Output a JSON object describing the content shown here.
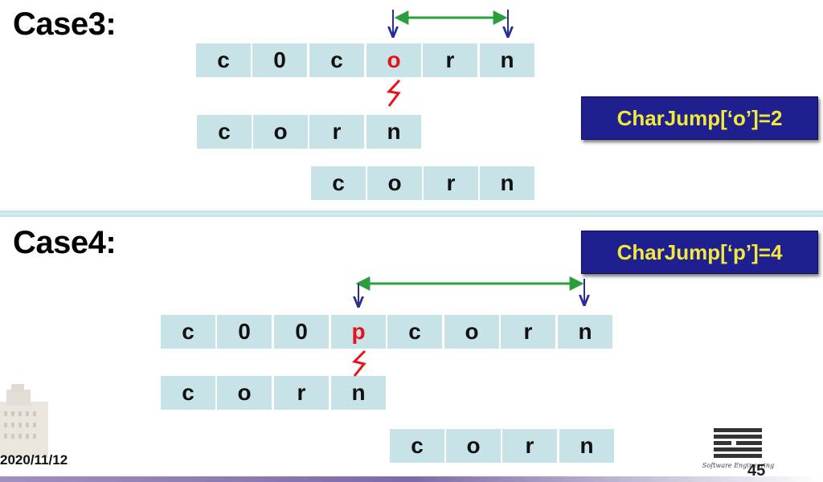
{
  "case3": {
    "title": "Case3:",
    "text_row": [
      "c",
      "0",
      "c",
      "o",
      "r",
      "n"
    ],
    "pattern_row1": [
      "c",
      "o",
      "r",
      "n"
    ],
    "pattern_row2": [
      "c",
      "o",
      "r",
      "n"
    ],
    "callout": "CharJump[‘o’]=2"
  },
  "case4": {
    "title": "Case4:",
    "text_row": [
      "c",
      "0",
      "0",
      "p",
      "c",
      "o",
      "r",
      "n"
    ],
    "pattern_row1": [
      "c",
      "o",
      "r",
      "n"
    ],
    "pattern_row2": [
      "c",
      "o",
      "r",
      "n"
    ],
    "callout": "CharJump[‘p’]=4"
  },
  "footer": {
    "date": "2020/11/12",
    "page": "45",
    "brand": "Software Engineering"
  },
  "colors": {
    "cell_bg": "#c8e3e7",
    "mismatch": "#e8111a",
    "callout_bg": "#1f1f8f",
    "callout_text": "#f2ea3a",
    "span_arrow": "#2a9d3c",
    "pointer_arrow": "#2b2f8f"
  }
}
